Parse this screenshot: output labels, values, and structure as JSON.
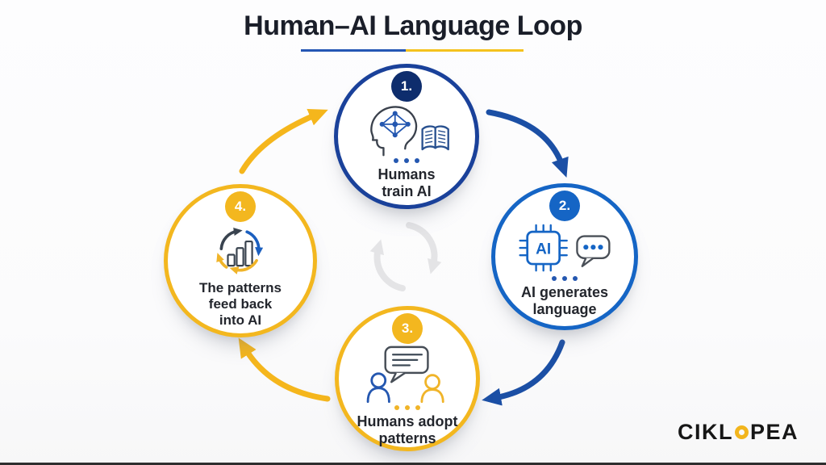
{
  "title": {
    "text": "Human–AI Language Loop"
  },
  "nodes": [
    {
      "number": "1.",
      "line1": "Humans",
      "line2": "train AI"
    },
    {
      "number": "2.",
      "line1": "AI generates",
      "line2": "language",
      "chip_label": "AI"
    },
    {
      "number": "3.",
      "line1": "Humans adopt",
      "line2": "patterns"
    },
    {
      "number": "4.",
      "line1": "The patterns",
      "line2": "feed back",
      "line3": "into AI"
    }
  ],
  "logo": {
    "before_o": "CIKL",
    "after_o": "PEA",
    "full_name": "CIKLOPEA"
  },
  "icons": {
    "center": "refresh-cycle-icon",
    "node1": "head-neural-network-book-icon",
    "node2": "ai-chip-chat-bubble-icon",
    "node3": "people-conversation-icon",
    "node4": "chart-feedback-loop-icon"
  },
  "colors": {
    "navy": "#0e2d6d",
    "node1_border": "#1a419a",
    "blue": "#1565c5",
    "yellow": "#f3b71f",
    "arrow_blue": "#1b4fa5",
    "arrow_yellow": "#f5b61c",
    "underline_blue": "#2456b4",
    "underline_yellow": "#f5c21e",
    "text_dark": "#23262d",
    "center_gray": "#e4e4e6"
  }
}
